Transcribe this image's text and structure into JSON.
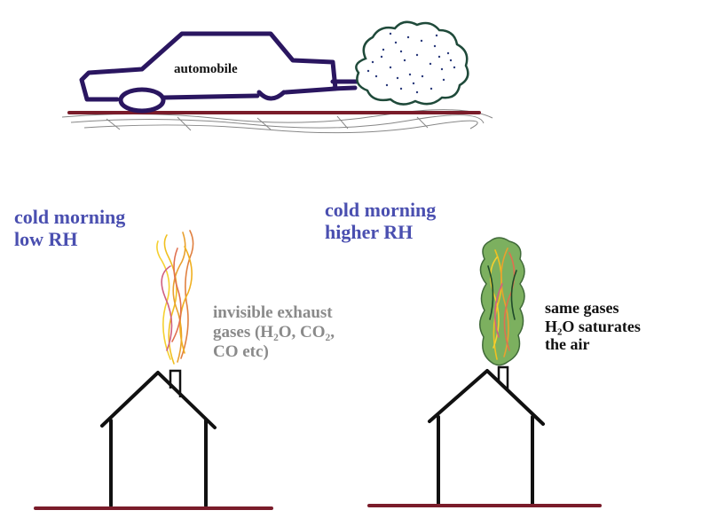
{
  "car": {
    "label": "automobile"
  },
  "left_scene": {
    "title_line1": "cold morning",
    "title_line2": "low RH",
    "note_line1": "invisible exhaust",
    "note_line2": "gases (H₂O, CO₂,",
    "note_line3": "CO etc)"
  },
  "right_scene": {
    "title_line1": "cold morning",
    "title_line2": "higher RH",
    "note_line1": "same gases",
    "note_line2": "H₂O saturates",
    "note_line3": "the air"
  },
  "colors": {
    "title_blue": "#4a4fb0",
    "note_gray": "#8a8a8a",
    "ground": "#7a1c2a",
    "car_outline": "#2a1660",
    "cloud_outline": "#1f4a3a",
    "steam_fill": "#5e9a46"
  }
}
